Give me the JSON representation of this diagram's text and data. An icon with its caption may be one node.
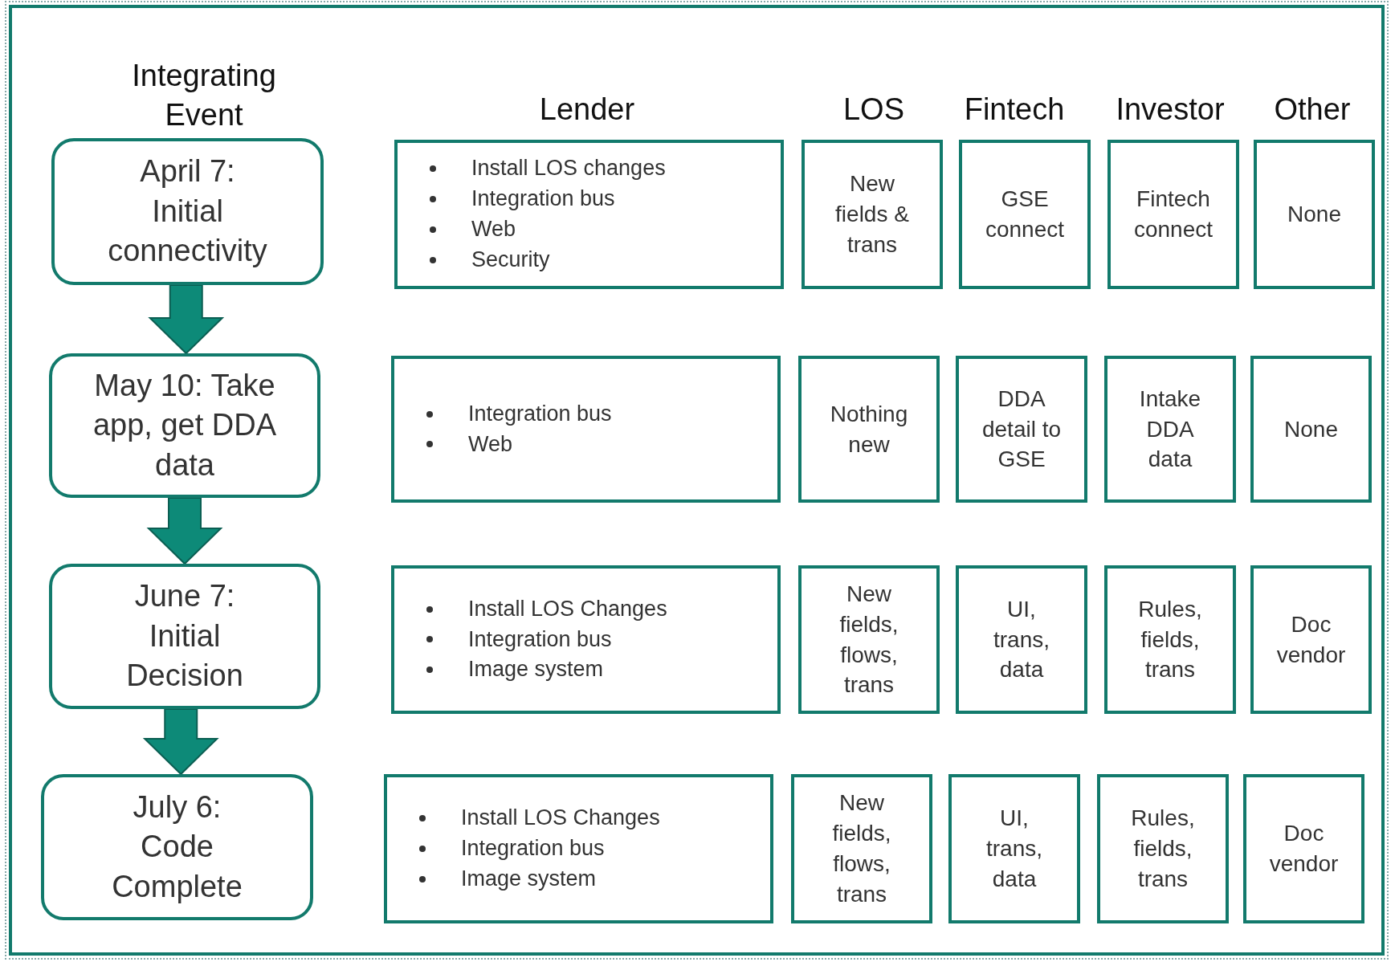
{
  "diagram": {
    "nodes": [
      {
        "text": [
          "April 7: Initial connectivity"
        ]
      },
      {
        "text": [
          "Install LOS changes",
          "Integration bus",
          "Web",
          "Security"
        ]
      },
      {
        "text": [
          "New fields & trans"
        ]
      },
      {
        "text": [
          "GSE connect"
        ]
      },
      {
        "text": [
          "Fintech connect"
        ]
      },
      {
        "text": [
          "None"
        ]
      },
      {
        "text": [
          "May 10: Take app, get DDA data"
        ]
      },
      {
        "text": [
          "Integration bus",
          "Web"
        ]
      },
      {
        "text": [
          "Nothing new"
        ]
      },
      {
        "text": [
          "DDA detail to GSE"
        ]
      },
      {
        "text": [
          "Intake DDA data"
        ]
      },
      {
        "text": [
          "None"
        ]
      },
      {
        "text": [
          "June 7: Initial Decision"
        ]
      },
      {
        "text": [
          "Install LOS Changes",
          "Integration bus",
          "Image system"
        ]
      },
      {
        "text": [
          "New fields, flows, trans"
        ]
      },
      {
        "text": [
          "UI, trans, data"
        ]
      },
      {
        "text": [
          "Rules, fields, trans"
        ]
      },
      {
        "text": [
          "Doc vendor"
        ]
      },
      {
        "text": [
          "July 6: Code Complete"
        ]
      },
      {
        "text": [
          "Install LOS Changes",
          "Integration bus",
          "Image system"
        ]
      },
      {
        "text": [
          "New fields, flows, trans"
        ]
      },
      {
        "text": [
          "UI, trans, data"
        ]
      },
      {
        "text": [
          "Rules, fields, trans"
        ]
      },
      {
        "text": [
          "Doc vendor"
        ]
      }
    ],
    "edges": [
      {
        "from": 0,
        "to": 6,
        "arrow": "to"
      },
      {
        "from": 6,
        "to": 12,
        "arrow": "to"
      },
      {
        "from": 12,
        "to": 18,
        "arrow": "to"
      }
    ],
    "labels": [
      "Integrating Event",
      "Lender",
      "LOS",
      "Fintech",
      "Investor",
      "Other"
    ]
  }
}
